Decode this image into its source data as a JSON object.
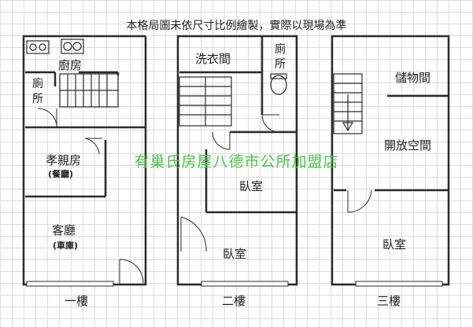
{
  "note": "本格局圖未依尺寸比例繪製，實際以現場為準",
  "watermark": "有巢氏房屋八德市公所加盟店",
  "floors": [
    {
      "name": "一樓",
      "rooms": {
        "kitchen": "廚房",
        "toilet": "廁所",
        "parents_room": "孝親房",
        "parents_room_note": "(餐廳)",
        "living_room": "客廳",
        "living_room_note": "(車庫)"
      }
    },
    {
      "name": "二樓",
      "rooms": {
        "laundry": "洗衣間",
        "toilet": "廁所",
        "bedroom_upper": "臥室",
        "bedroom_lower": "臥室"
      }
    },
    {
      "name": "三樓",
      "rooms": {
        "storage": "儲物間",
        "open_space": "開放空間",
        "bedroom": "臥室"
      }
    }
  ]
}
